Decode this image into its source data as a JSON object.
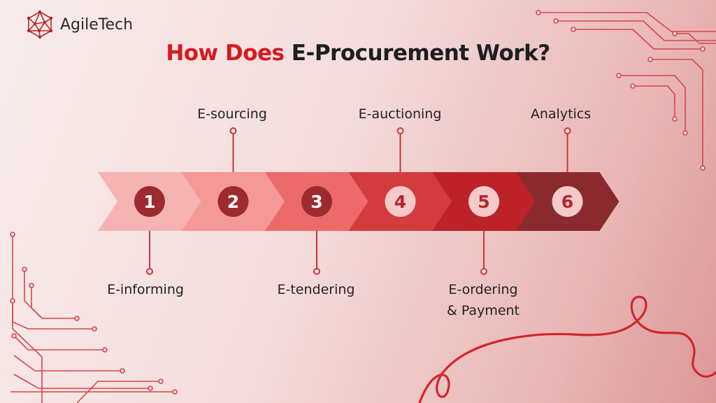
{
  "brand": {
    "name": "AgileTech",
    "logo_icon": "network-globe-icon"
  },
  "title": {
    "highlight": "How Does",
    "rest": "E-Procurement Work?"
  },
  "steps": [
    {
      "number": "1",
      "label": "E-informing",
      "position": "below"
    },
    {
      "number": "2",
      "label": "E-sourcing",
      "position": "above"
    },
    {
      "number": "3",
      "label": "E-tendering",
      "position": "below"
    },
    {
      "number": "4",
      "label": "E-auctioning",
      "position": "above"
    },
    {
      "number": "5",
      "label": "E-ordering & Payment",
      "label_line1": "E-ordering",
      "label_line2": "& Payment",
      "position": "below"
    },
    {
      "number": "6",
      "label": "Analytics",
      "position": "above"
    }
  ],
  "colors": {
    "accent": "#d61a1f",
    "arrow_fills": [
      "#f5b3b3",
      "#f59898",
      "#ec6a6a",
      "#d23c3f",
      "#bc2227",
      "#8a2a2e"
    ],
    "circle_fills": [
      "#9b2b2f",
      "#9b2b2f",
      "#9b2b2f",
      "#f8c9c9",
      "#f8c9c9",
      "#f8c9c9"
    ],
    "number_colors": [
      "#ffffff",
      "#ffffff",
      "#ffffff",
      "#b1262b",
      "#b1262b",
      "#b1262b"
    ],
    "connector": "#c8343a"
  }
}
